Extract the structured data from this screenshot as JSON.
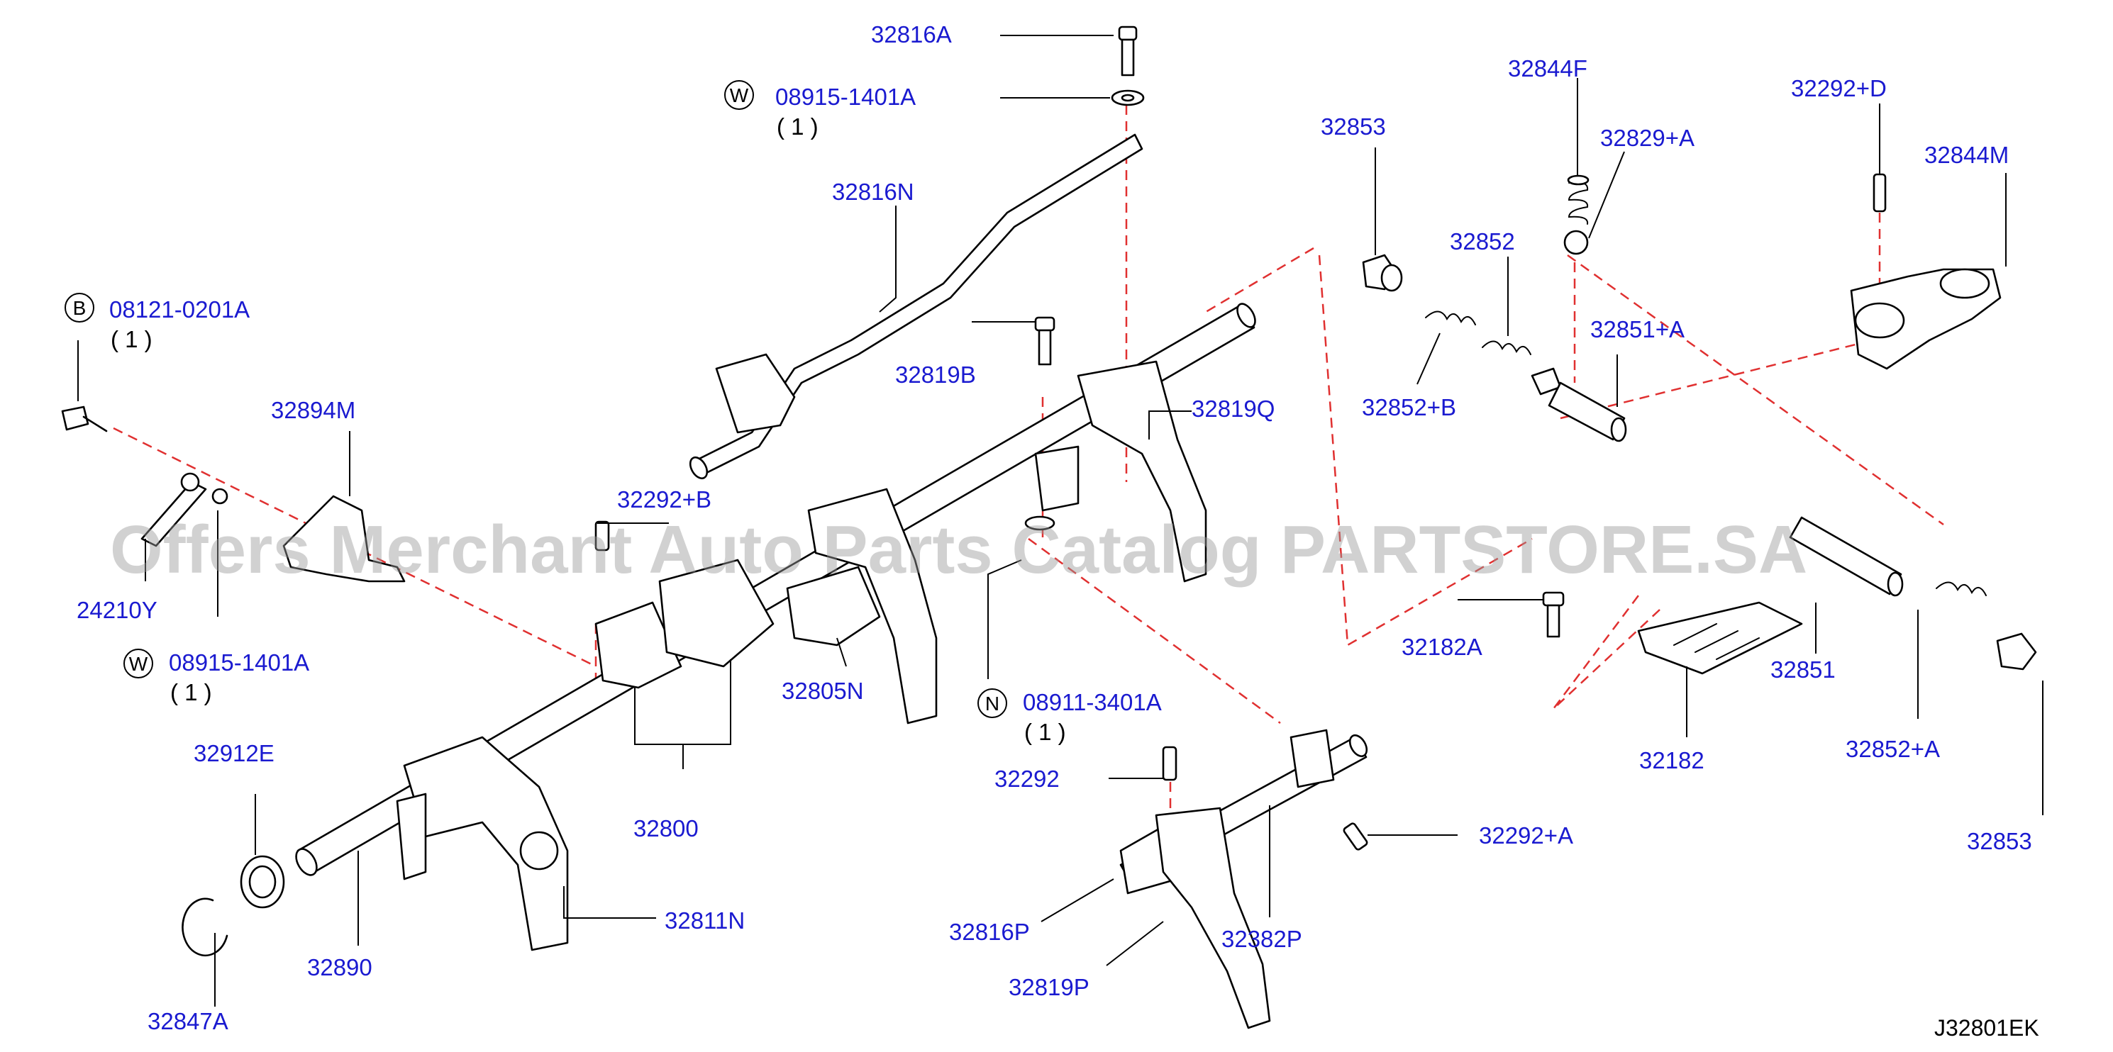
{
  "diagram_code": "J32801EK",
  "watermark": "Offers Merchant Auto Parts Catalog PARTSTORE.SA",
  "colors": {
    "label": "#1a1ad0",
    "dash": "#e03030",
    "line": "#000000"
  },
  "parts": [
    {
      "id": "p0",
      "text": "32816A"
    },
    {
      "id": "p1",
      "text": "08915-1401A",
      "badge": "W",
      "qty": "( 1 )"
    },
    {
      "id": "p2",
      "text": "32816N"
    },
    {
      "id": "p3",
      "text": "08121-0201A",
      "badge": "B",
      "qty": "( 1 )"
    },
    {
      "id": "p4",
      "text": "32819B"
    },
    {
      "id": "p5",
      "text": "32894M"
    },
    {
      "id": "p6",
      "text": "32292+B"
    },
    {
      "id": "p7",
      "text": "24210Y"
    },
    {
      "id": "p8",
      "text": "08915-1401A",
      "badge": "W",
      "qty": "( 1 )"
    },
    {
      "id": "p9",
      "text": "32805N"
    },
    {
      "id": "p10",
      "text": "08911-3401A",
      "badge": "N",
      "qty": "( 1 )"
    },
    {
      "id": "p11",
      "text": "32912E"
    },
    {
      "id": "p12",
      "text": "32800"
    },
    {
      "id": "p13",
      "text": "32292"
    },
    {
      "id": "p14",
      "text": "32292+A"
    },
    {
      "id": "p15",
      "text": "32811N"
    },
    {
      "id": "p16",
      "text": "32816P"
    },
    {
      "id": "p17",
      "text": "32382P"
    },
    {
      "id": "p18",
      "text": "32890"
    },
    {
      "id": "p19",
      "text": "32819P"
    },
    {
      "id": "p20",
      "text": "32847A"
    },
    {
      "id": "p21",
      "text": "32819Q"
    },
    {
      "id": "p22",
      "text": "32853"
    },
    {
      "id": "p23",
      "text": "32844F"
    },
    {
      "id": "p24",
      "text": "32829+A"
    },
    {
      "id": "p25",
      "text": "32852"
    },
    {
      "id": "p26",
      "text": "32851+A"
    },
    {
      "id": "p27",
      "text": "32852+B"
    },
    {
      "id": "p28",
      "text": "32292+D"
    },
    {
      "id": "p29",
      "text": "32844M"
    },
    {
      "id": "p30",
      "text": "32182A"
    },
    {
      "id": "p31",
      "text": "32851"
    },
    {
      "id": "p32",
      "text": "32182"
    },
    {
      "id": "p33",
      "text": "32852+A"
    },
    {
      "id": "p34",
      "text": "32853"
    }
  ]
}
